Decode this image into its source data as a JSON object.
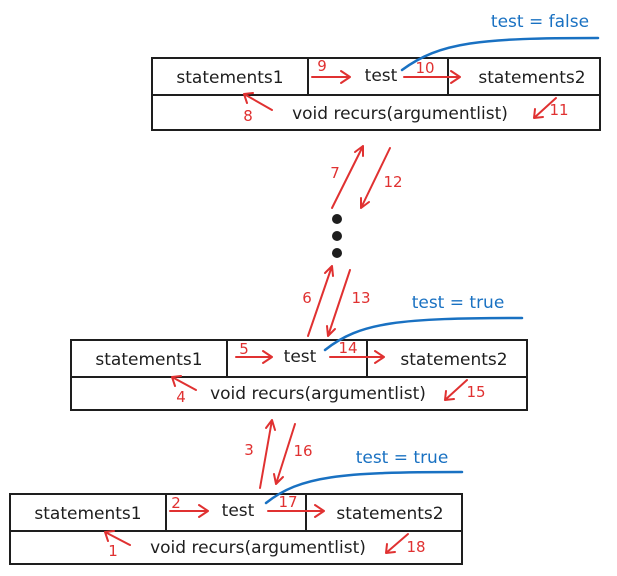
{
  "levels": [
    {
      "statements1": "statements1",
      "test": "test",
      "statements2": "statements2",
      "call": "void recurs(argumentlist)",
      "condition": "test = false",
      "steps": {
        "call_to_s1": "8",
        "s1_to_test": "9",
        "test_to_s2": "10",
        "s2_return": "11"
      }
    },
    {
      "statements1": "statements1",
      "test": "test",
      "statements2": "statements2",
      "call": "void recurs(argumentlist)",
      "condition": "test = true",
      "steps": {
        "call_to_s1": "4",
        "s1_to_test": "5",
        "test_to_s2": "14",
        "s2_return": "15"
      }
    },
    {
      "statements1": "statements1",
      "test": "test",
      "statements2": "statements2",
      "call": "void recurs(argumentlist)",
      "condition": "test = true",
      "steps": {
        "call_to_s1": "1",
        "s1_to_test": "2",
        "test_to_s2": "17",
        "s2_return": "18"
      }
    }
  ],
  "transitions": {
    "upper_up": "7",
    "upper_down": "12",
    "middle_up": "6",
    "middle_down": "13",
    "lower_up": "3",
    "lower_down": "16"
  }
}
